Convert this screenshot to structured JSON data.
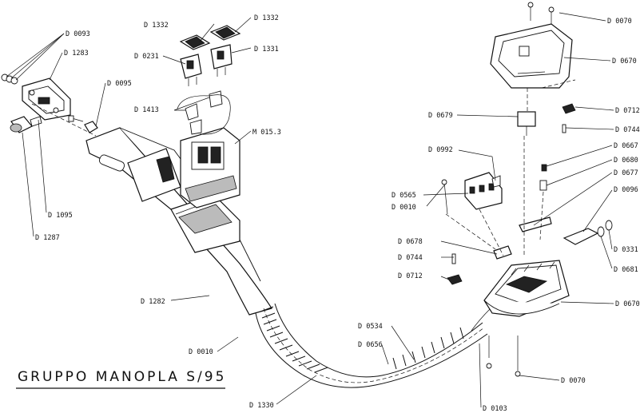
{
  "title": "GRUPPO MANOPLA S/95",
  "labels": {
    "d0093": "D 0093",
    "d1283": "D 1283",
    "d1095": "D 1095",
    "d1287": "D 1287",
    "d0095a": "D 0095",
    "d1332a": "D 1332",
    "d1332b": "D 1332",
    "d0231": "D 0231",
    "d1331": "D 1331",
    "d1413": "D 1413",
    "m0153": "M 015.3",
    "d1282": "D 1282",
    "d0010a": "D 0010",
    "d1330": "D 1330",
    "d0534": "D 0534",
    "d0656": "D 0656",
    "d0070a": "D 0070",
    "d0670a": "D 0670",
    "d0679": "D 0679",
    "d0712a": "D 0712",
    "d0744a": "D 0744",
    "d0992": "D 0992",
    "d0667": "D 0667",
    "d0680": "D 0680",
    "d0677": "D 0677",
    "d0565": "D 0565",
    "d0096": "D 0096",
    "d0010b": "D 0010",
    "d0678": "D 0678",
    "d0744b": "D 0744",
    "d0712b": "D 0712",
    "d0331": "D 0331",
    "d0681": "D 0681",
    "d0670b": "D 0670",
    "d0070b": "D 0070",
    "d0103": "D 0103"
  },
  "colors": {
    "ink": "#111111",
    "paper": "#ffffff"
  }
}
